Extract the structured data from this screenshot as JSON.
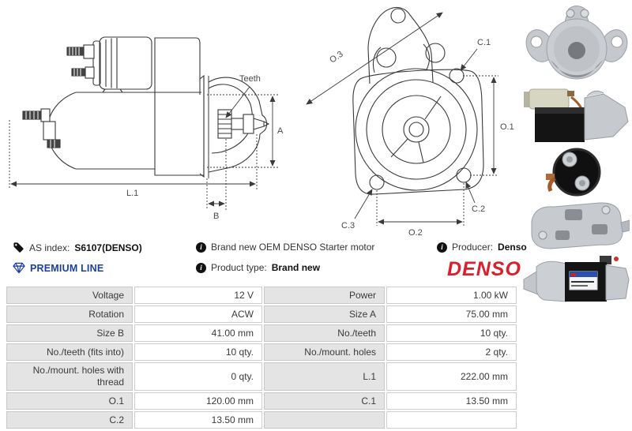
{
  "drawings": {
    "side_view": {
      "labels": {
        "teeth": "Teeth",
        "a": "A",
        "l1": "L.1",
        "b": "B"
      }
    },
    "front_view": {
      "labels": {
        "o3": "O.3",
        "c1": "C.1",
        "o1": "O.1",
        "c2": "C.2",
        "c3": "C.3",
        "o2": "O.2"
      }
    }
  },
  "photos": [
    {
      "name": "flange-front-view"
    },
    {
      "name": "side-view"
    },
    {
      "name": "solenoid-rear-view"
    },
    {
      "name": "flange-back-view"
    },
    {
      "name": "side-view-with-label"
    }
  ],
  "info": {
    "as_index_label": "AS index:",
    "as_index_value": "S6107(DENSO)",
    "premium_line": "PREMIUM LINE",
    "brand_new_text": "Brand new OEM DENSO Starter motor",
    "product_type_label": "Product type:",
    "product_type_value": "Brand new",
    "producer_label": "Producer:",
    "producer_value": "Denso",
    "denso_logo": "DENSO",
    "icons": {
      "info_glyph": "i",
      "tag_icon": "tag-icon",
      "diamond_icon": "diamond-icon",
      "info_icon": "info-icon"
    },
    "colors": {
      "premium_blue": "#1c3f9e",
      "denso_red": "#d8202e"
    }
  },
  "spec_table": {
    "rows": [
      {
        "l1": "Voltage",
        "v1": "12 V",
        "l2": "Power",
        "v2": "1.00 kW"
      },
      {
        "l1": "Rotation",
        "v1": "ACW",
        "l2": "Size A",
        "v2": "75.00 mm"
      },
      {
        "l1": "Size B",
        "v1": "41.00 mm",
        "l2": "No./teeth",
        "v2": "10 qty."
      },
      {
        "l1": "No./teeth (fits into)",
        "v1": "10 qty.",
        "l2": "No./mount. holes",
        "v2": "2 qty."
      },
      {
        "l1": "No./mount. holes with thread",
        "v1": "0 qty.",
        "l2": "L.1",
        "v2": "222.00 mm"
      },
      {
        "l1": "O.1",
        "v1": "120.00 mm",
        "l2": "C.1",
        "v2": "13.50 mm"
      },
      {
        "l1": "C.2",
        "v1": "13.50 mm",
        "l2": "",
        "v2": ""
      }
    ]
  }
}
